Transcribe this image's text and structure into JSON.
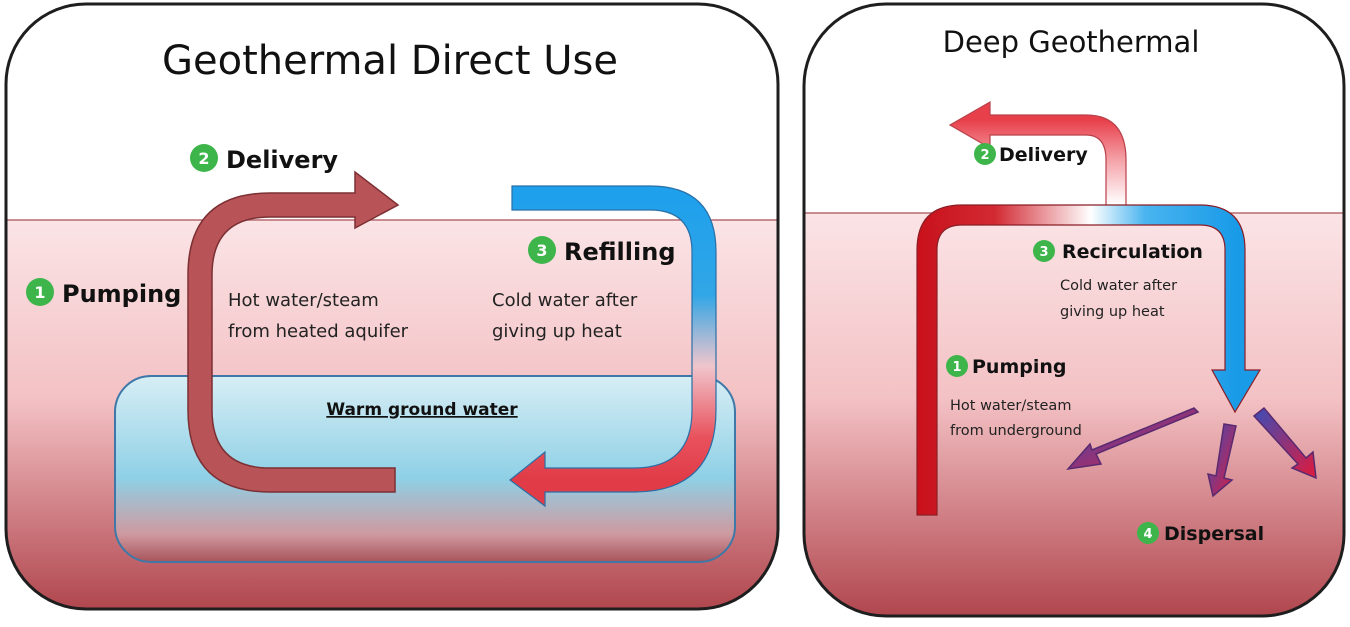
{
  "colors": {
    "ground_top": "#f9dcdf",
    "ground_bottom": "#b54a52",
    "water": "#a6d7ea",
    "hot": "#c8191f",
    "brown_arrow": "#b85457",
    "cold": "#1ea0ec",
    "badge": "#3db54a",
    "panel_border": "#1e1e1e"
  },
  "left_panel": {
    "title": "Geothermal Direct Use",
    "steps": {
      "pumping": {
        "number": "1",
        "label": "Pumping"
      },
      "delivery": {
        "number": "2",
        "label": "Delivery"
      },
      "refilling": {
        "number": "3",
        "label": "Refilling"
      }
    },
    "hot_text": [
      "Hot water/steam",
      "from heated aquifer"
    ],
    "cold_text": [
      "Cold water after",
      "giving up heat"
    ],
    "reservoir_label": "Warm ground water"
  },
  "right_panel": {
    "title": "Deep Geothermal",
    "steps": {
      "pumping": {
        "number": "1",
        "label": "Pumping"
      },
      "delivery": {
        "number": "2",
        "label": "Delivery"
      },
      "recirculation": {
        "number": "3",
        "label": "Recirculation"
      },
      "dispersal": {
        "number": "4",
        "label": "Dispersal"
      }
    },
    "hot_text": [
      "Hot water/steam",
      "from underground"
    ],
    "cold_text": [
      "Cold water after",
      "giving up heat"
    ]
  }
}
